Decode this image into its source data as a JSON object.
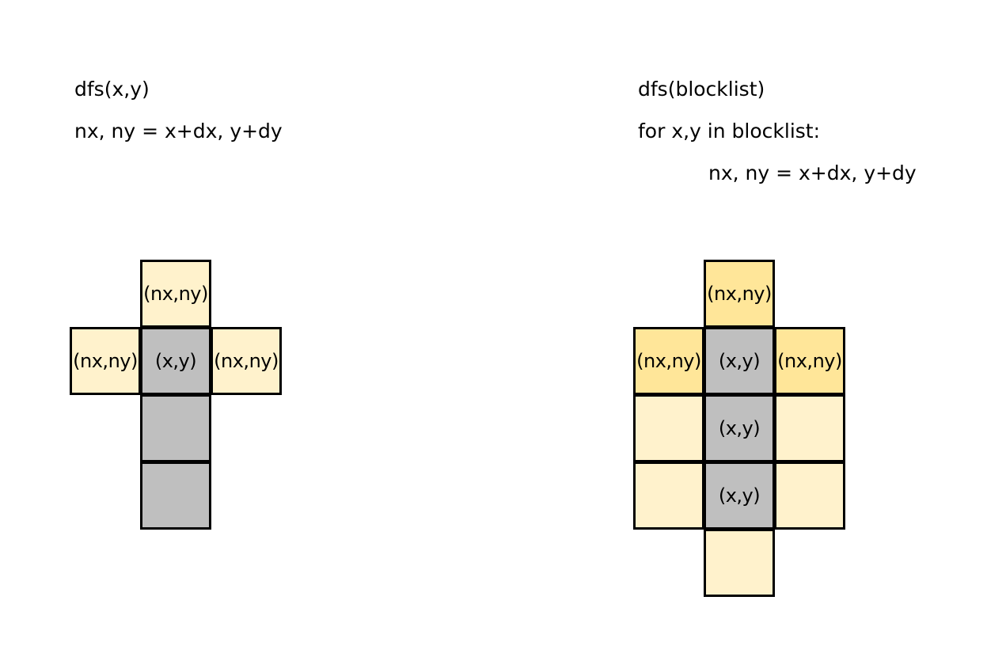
{
  "left_panel": {
    "code_lines": [
      "dfs(x,y)",
      "nx, ny = x+dx, y+dy"
    ],
    "cells": [
      {
        "kind": "neighbor",
        "label": "(nx,ny)"
      },
      {
        "kind": "neighbor",
        "label": "(nx,ny)"
      },
      {
        "kind": "current",
        "label": "(x,y)"
      },
      {
        "kind": "neighbor",
        "label": "(nx,ny)"
      },
      {
        "kind": "block",
        "label": ""
      },
      {
        "kind": "block",
        "label": ""
      }
    ]
  },
  "right_panel": {
    "code_lines": [
      "dfs(blocklist)",
      "for x,y in blocklist:",
      "nx, ny = x+dx, y+dy"
    ],
    "cells": [
      {
        "kind": "neighbor-strong",
        "label": "(nx,ny)"
      },
      {
        "kind": "neighbor-strong",
        "label": "(nx,ny)"
      },
      {
        "kind": "current",
        "label": "(x,y)"
      },
      {
        "kind": "neighbor-strong",
        "label": "(nx,ny)"
      },
      {
        "kind": "neighbor",
        "label": ""
      },
      {
        "kind": "current",
        "label": "(x,y)"
      },
      {
        "kind": "neighbor",
        "label": ""
      },
      {
        "kind": "neighbor",
        "label": ""
      },
      {
        "kind": "current",
        "label": "(x,y)"
      },
      {
        "kind": "neighbor",
        "label": ""
      },
      {
        "kind": "neighbor",
        "label": ""
      }
    ]
  },
  "colors": {
    "neighbor": "#fff2cc",
    "neighbor_strong": "#ffe699",
    "current": "#bfbfbf",
    "block": "#bfbfbf",
    "border": "#000000"
  }
}
